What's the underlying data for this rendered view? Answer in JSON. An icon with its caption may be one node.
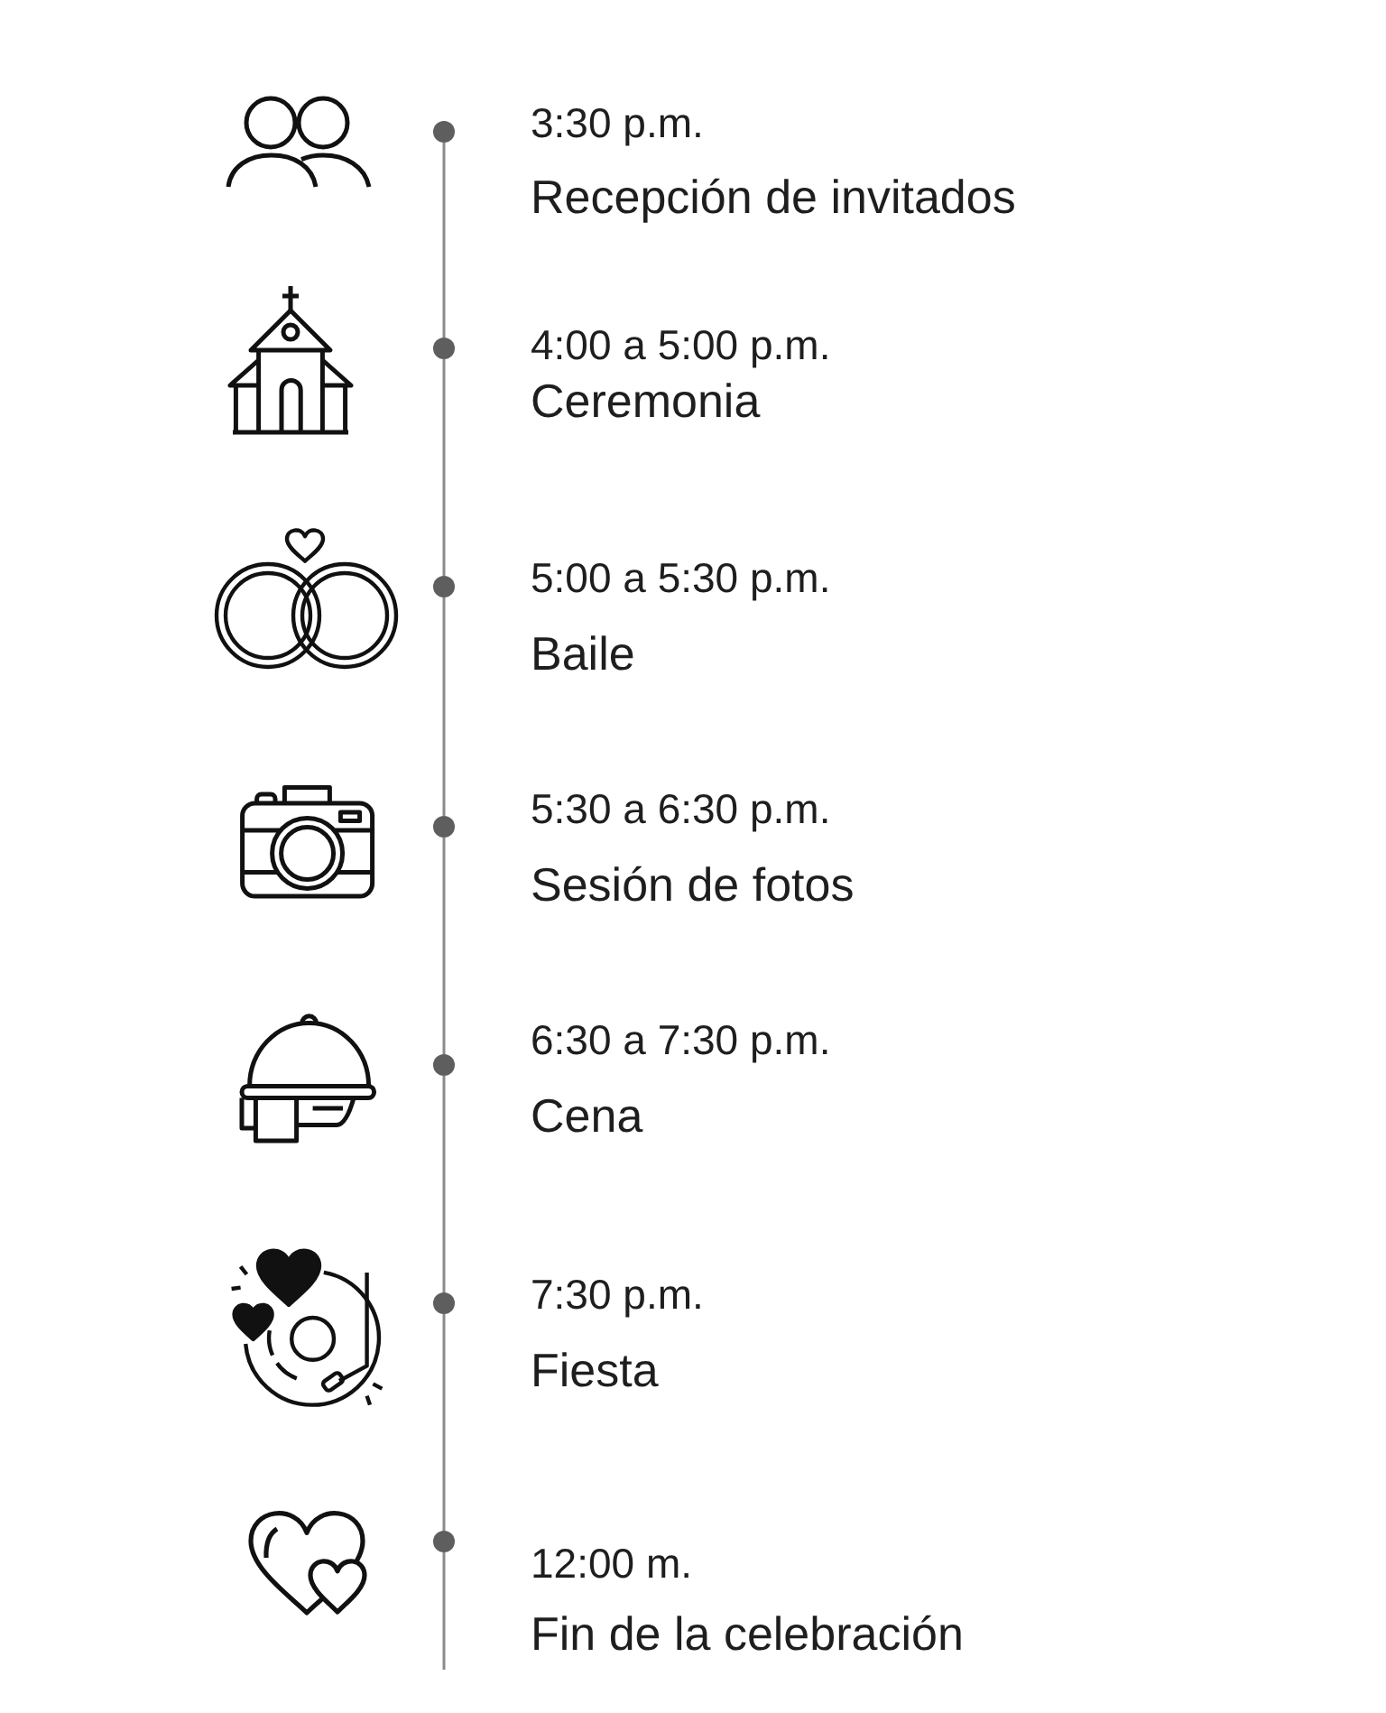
{
  "diagram": {
    "nodes": [
      {
        "text": [],
        "shape": "circle",
        "beside": [
          "3:30 p.m.",
          "Recepción de invitados"
        ]
      },
      {
        "text": [],
        "shape": "circle",
        "beside": [
          "4:00 a 5:00 p.m.",
          "Ceremonia"
        ]
      },
      {
        "text": [],
        "shape": "circle",
        "beside": [
          "5:00 a 5:30 p.m.",
          "Baile"
        ]
      },
      {
        "text": [],
        "shape": "circle",
        "beside": [
          "5:30 a 6:30 p.m.",
          "Sesión de fotos"
        ]
      },
      {
        "text": [],
        "shape": "circle",
        "beside": [
          "6:30 a 7:30 p.m.",
          "Cena"
        ]
      },
      {
        "text": [],
        "shape": "circle",
        "beside": [
          "7:30 p.m.",
          "Fiesta"
        ]
      },
      {
        "text": [],
        "shape": "circle",
        "beside": [
          "12:00 m.",
          "Fin de la celebración"
        ]
      }
    ],
    "edges": [
      {
        "from": 0,
        "to": 1,
        "arrow": "none"
      },
      {
        "from": 1,
        "to": 2,
        "arrow": "none"
      },
      {
        "from": 2,
        "to": 3,
        "arrow": "none"
      },
      {
        "from": 3,
        "to": 4,
        "arrow": "none"
      },
      {
        "from": 4,
        "to": 5,
        "arrow": "none"
      },
      {
        "from": 5,
        "to": 6,
        "arrow": "none"
      },
      {
        "from": 6,
        "to": null,
        "arrow": "none"
      }
    ]
  }
}
